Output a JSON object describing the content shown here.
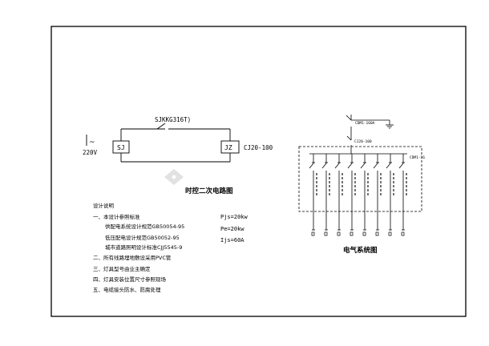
{
  "circuit": {
    "timer_label": "SJKKG316T)",
    "sj_label": "SJ",
    "jz_label": "JZ",
    "contactor_label": "CJ20-100",
    "voltage_label": "220V",
    "title": "时控二次电路图"
  },
  "notes": {
    "heading": "设计说明",
    "lines": [
      "一、本设计参照标准",
      "供配电系统设计规范GB50054-95",
      "低压配电设计规范GB50052-95",
      "城市道路照明设计标准CJJ5545-9",
      "二、所有线路埋地敷设采用PVC管",
      "三、灯具型号由业主确定",
      "四、灯具安装位置尺寸参照现场",
      "五、电缆接头防水、防腐处理"
    ]
  },
  "load": {
    "pjs": "Pjs=20kw",
    "pe": "Pe=20kw",
    "ijs": "Ijs=60A"
  },
  "system": {
    "main_breaker": "CDM1-160A",
    "sub_label": "CJ20-100",
    "box_label": "CDM1-16",
    "title": "电气系统图",
    "branch_count": 8
  },
  "colors": {
    "line": "#000000",
    "watermark": "#d9d9d9"
  }
}
